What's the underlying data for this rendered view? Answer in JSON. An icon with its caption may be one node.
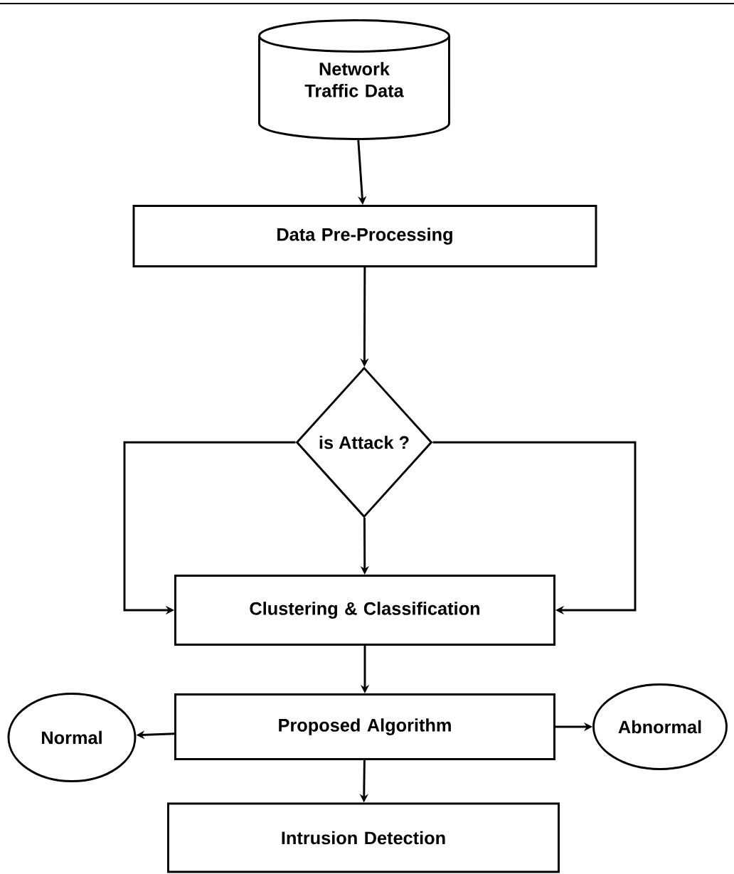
{
  "diagram": {
    "nodes": [
      {
        "text": [
          "Network Traffic Data"
        ]
      },
      {
        "text": [
          "Data Pre-Processing"
        ]
      },
      {
        "text": [
          "is Attack ?"
        ]
      },
      {
        "text": [
          "Clustering & Classification"
        ]
      },
      {
        "text": [
          "Proposed Algorithm"
        ]
      },
      {
        "text": [
          "Normal"
        ]
      },
      {
        "text": [
          "Abnormal"
        ]
      },
      {
        "text": [
          "Intrusion Detection"
        ]
      }
    ],
    "edges": [
      {
        "from": 0,
        "to": 1,
        "arrow": "to"
      },
      {
        "from": 1,
        "to": 2,
        "arrow": "to"
      },
      {
        "from": 2,
        "to": 3,
        "arrow": "to"
      },
      {
        "from": 2,
        "to": 3,
        "arrow": "to"
      },
      {
        "from": 2,
        "to": 3,
        "arrow": "to"
      },
      {
        "from": 3,
        "to": 4,
        "arrow": "to"
      },
      {
        "from": 4,
        "to": 5,
        "arrow": "to"
      },
      {
        "from": 4,
        "to": 6,
        "arrow": "to"
      },
      {
        "from": 4,
        "to": 7,
        "arrow": "to"
      }
    ]
  }
}
